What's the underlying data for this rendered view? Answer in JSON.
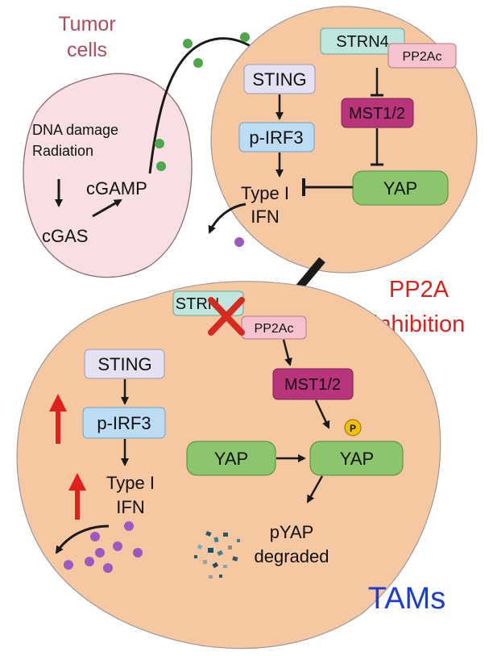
{
  "tumor": {
    "title_line1": "Tumor",
    "title_line2": "cells",
    "damage_line1": "DNA damage",
    "damage_line2": "Radiation",
    "cgamp": "cGAMP",
    "cgas": "cGAS"
  },
  "tam_top": {
    "strn4": "STRN4",
    "pp2ac": "PP2Ac",
    "sting": "STING",
    "mst": "MST1/2",
    "pirf3": "p-IRF3",
    "yap": "YAP",
    "ifn_line1": "Type I",
    "ifn_line2": "IFN"
  },
  "transition": {
    "label_line1": "PP2A",
    "label_line2": "inhibition"
  },
  "tam_bottom": {
    "strn": "STRN",
    "pp2ac": "PP2Ac",
    "mst": "MST1/2",
    "sting": "STING",
    "pirf3": "p-IRF3",
    "p_badge": "P",
    "yap_left": "YAP",
    "yap_right": "YAP",
    "ifn_line1": "Type I",
    "ifn_line2": "IFN",
    "pyap_line1": "pYAP",
    "pyap_line2": "degraded",
    "title": "TAMs"
  },
  "colors": {
    "cell_fill": "#f6c8a2",
    "tumor_fill": "#f8dfe4",
    "sting_fill": "#e3e1f2",
    "pirf3_fill": "#bcdcf3",
    "strn_fill": "#bfe6dc",
    "pp2ac_fill": "#f4c3cd",
    "mst_fill": "#b8357c",
    "yap_fill": "#8cc66c",
    "cgamp_dot": "#4ca84a",
    "ifn_dot": "#9b59c2",
    "inhibit_red": "#e0201b",
    "tams_blue": "#1a3bd6"
  }
}
